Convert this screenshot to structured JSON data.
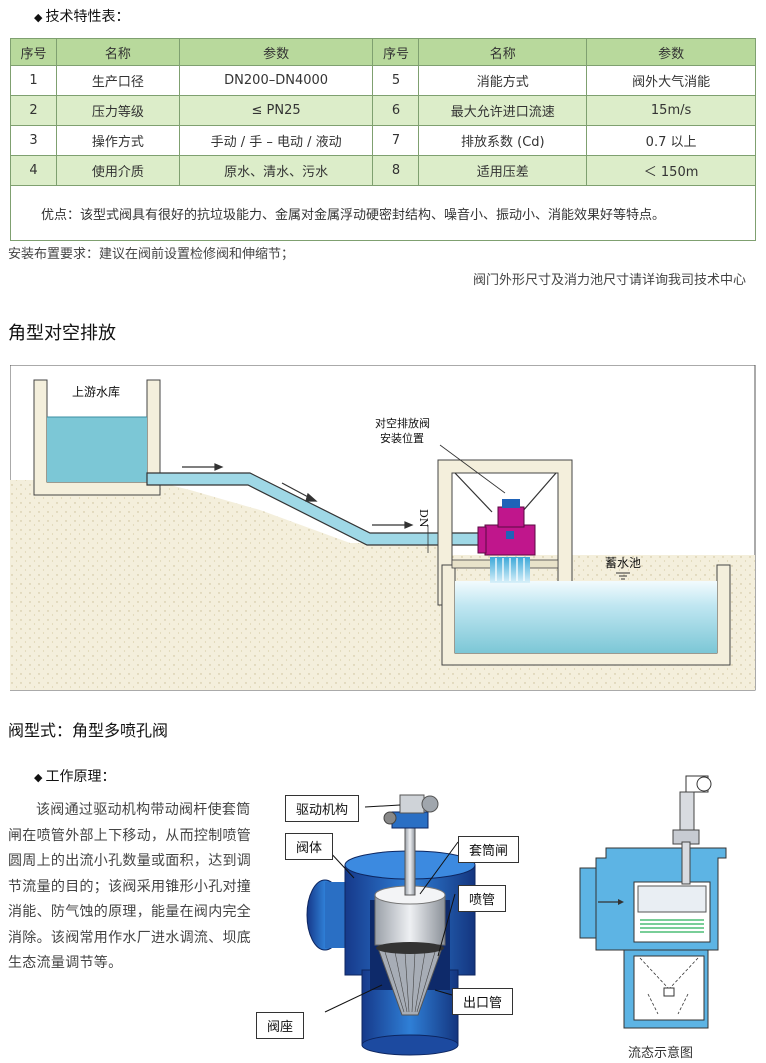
{
  "spec_section": {
    "heading": "技术特性表：",
    "headers": [
      "序号",
      "名称",
      "参数",
      "序号",
      "名称",
      "参数"
    ],
    "rows": [
      [
        "1",
        "生产口径",
        "DN200–DN4000",
        "5",
        "消能方式",
        "阀外大气消能"
      ],
      [
        "2",
        "压力等级",
        "≤ PN25",
        "6",
        "最大允许进口流速",
        "15m/s"
      ],
      [
        "3",
        "操作方式",
        "手动 / 手 – 电动 / 液动",
        "7",
        "排放系数 (Cd)",
        "0.7 以上"
      ],
      [
        "4",
        "使用介质",
        "原水、清水、污水",
        "8",
        "适用压差",
        "＜ 150m"
      ]
    ],
    "advantage": "优点：该型式阀具有很好的抗垃圾能力、金属对金属浮动硬密封结构、噪音小、振动小、消能效果好等特点。"
  },
  "install_note": "安装布置要求：建议在阀前设置检修阀和伸缩节；",
  "contact_note": "阀门外形尺寸及消力池尺寸请详询我司技术中心",
  "diagram_section": {
    "title": "角型对空排放",
    "upper_reservoir": "上游水库",
    "valve_location_line1": "对空排放阀",
    "valve_location_line2": "安装位置",
    "dn_label": "DN",
    "pool_label": "蓄水池"
  },
  "valve_type": "阀型式：角型多喷孔阀",
  "principle": {
    "heading": "工作原理：",
    "text": "该阀通过驱动机构带动阀杆使套筒闸在喷管外部上下移动，从而控制喷管圆周上的出流小孔数量或面积，达到调节流量的目的；该阀采用锥形小孔对撞消能、防气蚀的原理，能量在阀内完全消除。该阀常用作水厂进水调流、坝底生态流量调节等。"
  },
  "callouts": {
    "drive": "驱动机构",
    "body": "阀体",
    "sleeve": "套筒闸",
    "nozzle": "喷管",
    "outlet": "出口管",
    "seat": "阀座"
  },
  "flow_caption": "流态示意图",
  "colors": {
    "table_header": "#b8d99c",
    "table_alt_row": "#dcedc9",
    "water": "#7cc7d6",
    "ground": "#f4efdc",
    "valve_magenta": "#c0168c",
    "valve_blue": "#1f63b8"
  }
}
